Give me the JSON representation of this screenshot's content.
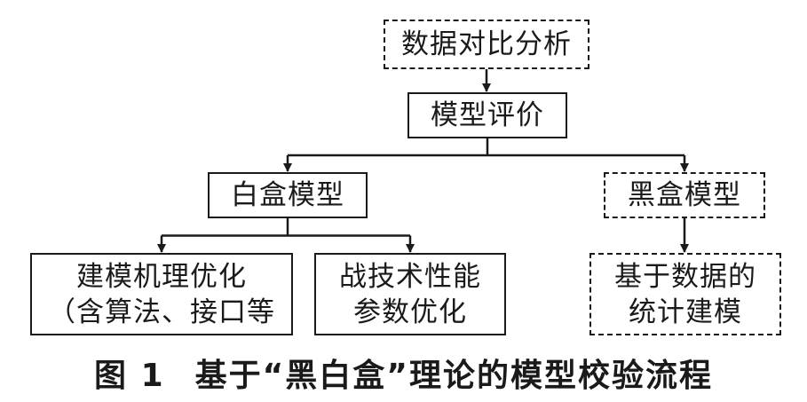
{
  "diagram": {
    "nodes": {
      "data_compare": {
        "lines": [
          "数据对比分析"
        ],
        "style": "dashed"
      },
      "model_eval": {
        "lines": [
          "模型评价"
        ],
        "style": "solid"
      },
      "white_box": {
        "lines": [
          "白盒模型"
        ],
        "style": "solid"
      },
      "black_box": {
        "lines": [
          "黑盒模型"
        ],
        "style": "dashed"
      },
      "mechanism_opt": {
        "lines": [
          "建模机理优化",
          "（含算法、接口等"
        ],
        "style": "solid"
      },
      "tactical_param": {
        "lines": [
          "战技术性能",
          "参数优化"
        ],
        "style": "solid"
      },
      "data_stat": {
        "lines": [
          "基于数据的",
          "统计建模"
        ],
        "style": "dashed"
      }
    },
    "edges": [
      {
        "from": "data_compare",
        "to": "model_eval"
      },
      {
        "from": "model_eval",
        "to": "white_box"
      },
      {
        "from": "model_eval",
        "to": "black_box"
      },
      {
        "from": "white_box",
        "to": "mechanism_opt"
      },
      {
        "from": "white_box",
        "to": "tactical_param"
      },
      {
        "from": "black_box",
        "to": "data_stat"
      }
    ]
  },
  "caption": {
    "figure_label": "图 1",
    "text": "基于“黑白盒”理论的模型校验流程"
  },
  "colors": {
    "stroke": "#1a1a1a",
    "background": "#ffffff"
  }
}
